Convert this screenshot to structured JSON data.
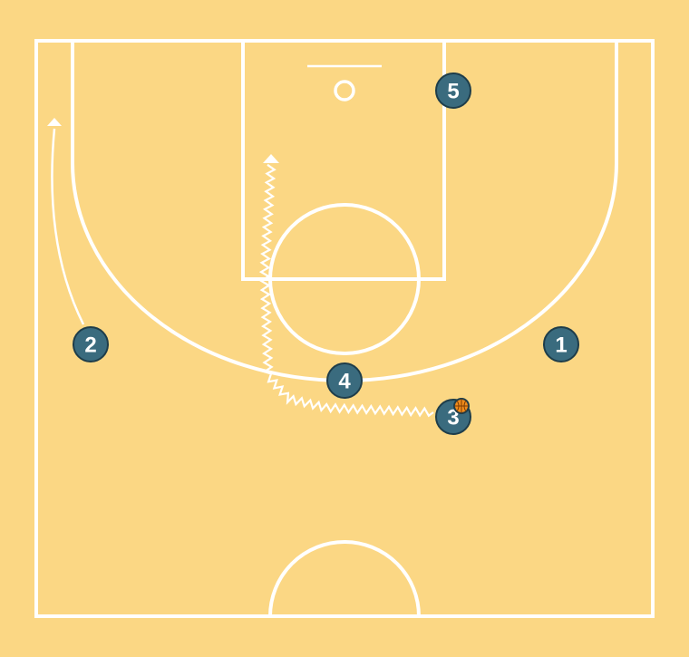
{
  "colors": {
    "court_background": "#fbd784",
    "court_lines": "#ffffff",
    "player_fill": "#3a6b7e",
    "player_text": "#ffffff",
    "ball": "#f28c1b",
    "ball_seams": "#7a3c05"
  },
  "players": [
    {
      "id": "p1",
      "label": "1"
    },
    {
      "id": "p2",
      "label": "2"
    },
    {
      "id": "p3",
      "label": "3",
      "has_ball": true
    },
    {
      "id": "p4",
      "label": "4"
    },
    {
      "id": "p5",
      "label": "5"
    }
  ],
  "movements": [
    {
      "id": "cut-2",
      "player": "2",
      "type": "cut"
    },
    {
      "id": "dribble-3",
      "player": "3",
      "type": "dribble"
    }
  ]
}
